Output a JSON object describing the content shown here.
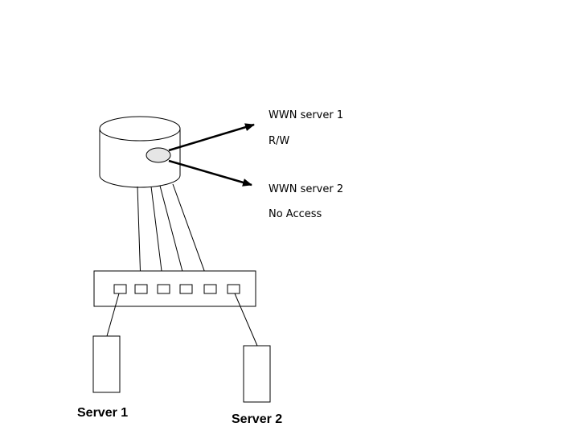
{
  "storage": {
    "port_color": "#e6e6e6"
  },
  "annotations": {
    "server1_wwn": "WWN server 1",
    "server1_access": "R/W",
    "server2_wwn": "WWN server 2",
    "server2_access": "No Access"
  },
  "servers": {
    "server1_label": "Server 1",
    "server2_label": "Server 2"
  },
  "switch": {
    "port_count": 6
  },
  "colors": {
    "line": "#000000",
    "background": "#ffffff"
  }
}
